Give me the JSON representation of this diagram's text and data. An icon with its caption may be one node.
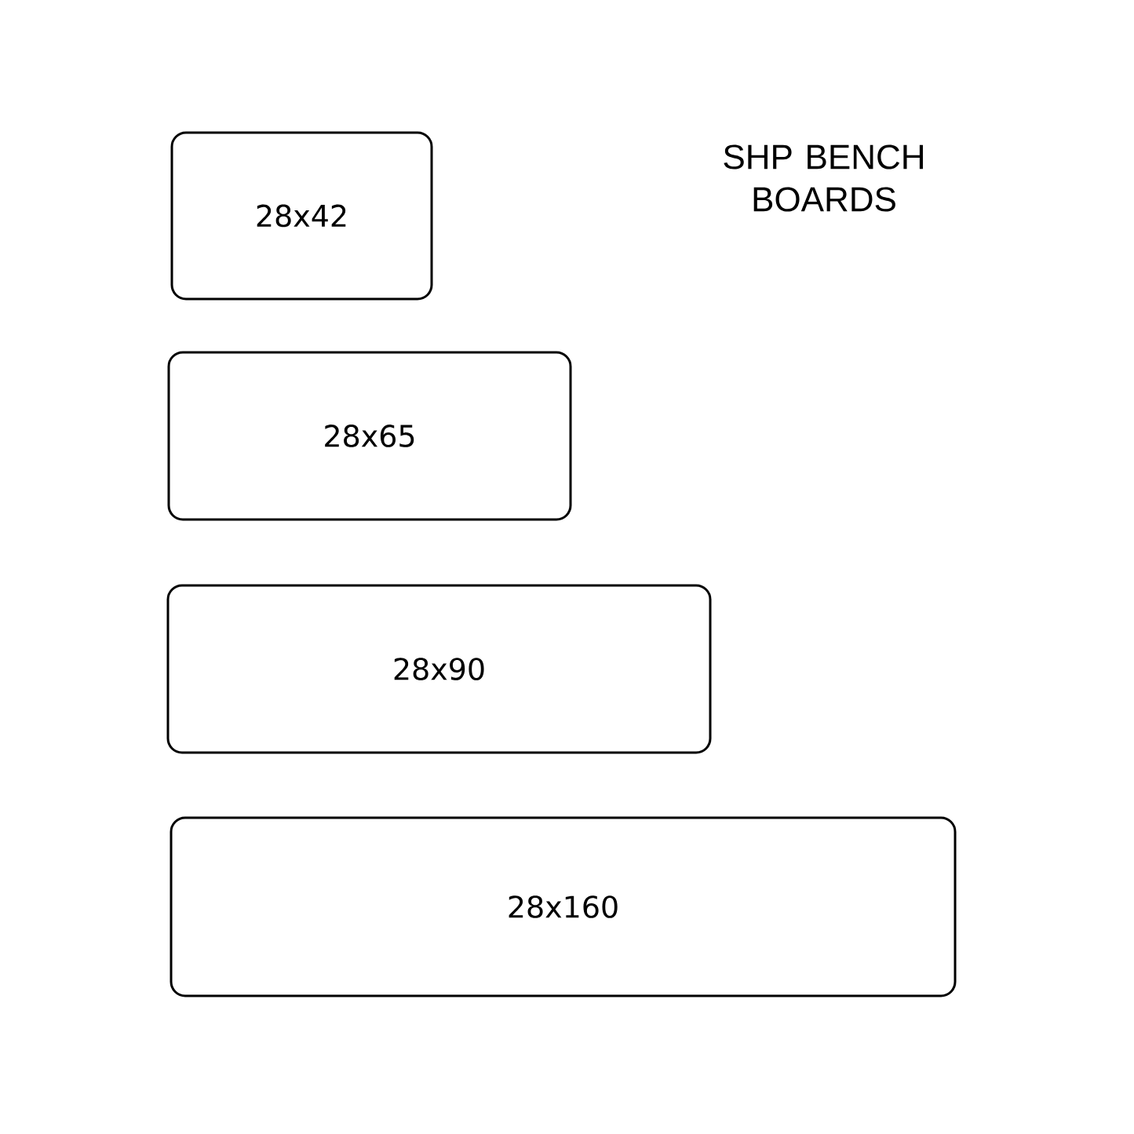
{
  "diagram": {
    "title": "SHP BENCH BOARDS",
    "nodes": [
      {
        "text": [
          "28x42"
        ]
      },
      {
        "text": [
          "28x65"
        ]
      },
      {
        "text": [
          "28x90"
        ]
      },
      {
        "text": [
          "28x160"
        ]
      }
    ]
  }
}
